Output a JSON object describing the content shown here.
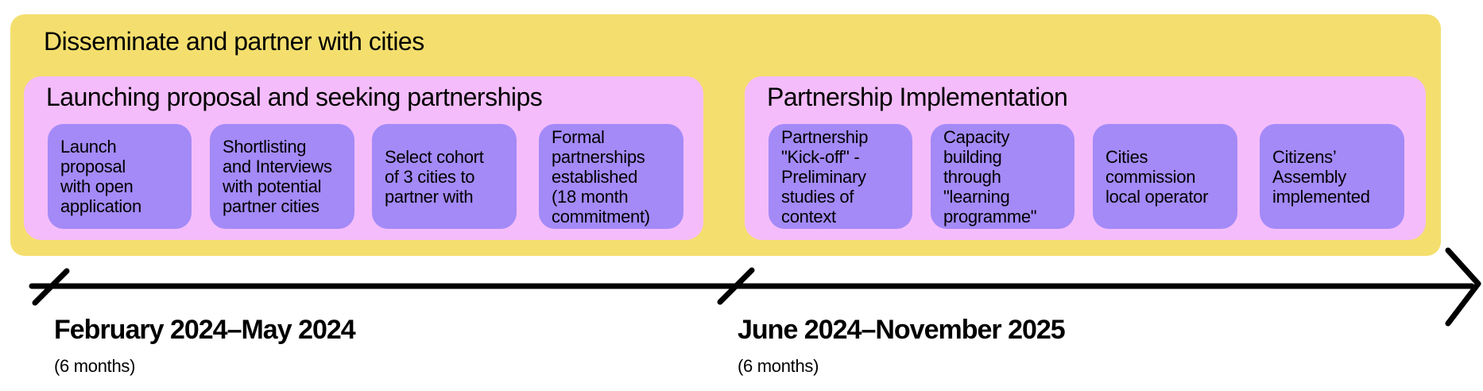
{
  "colors": {
    "outer": "#f4df6e",
    "phase": "#f4bcfa",
    "step": "#a38af7",
    "line": "#000000"
  },
  "outer": {
    "title": "Disseminate and partner with cities"
  },
  "phases": [
    {
      "title": "Launching proposal and seeking partnerships",
      "steps": [
        "Launch\nproposal\nwith open\napplication",
        "Shortlisting\nand Interviews\nwith potential\npartner cities",
        "Select cohort\nof 3 cities to\npartner with",
        "Formal\npartnerships\nestablished\n(18 month\ncommitment)"
      ]
    },
    {
      "title": "Partnership Implementation",
      "steps": [
        "Partnership\n\"Kick-off\" -\nPreliminary\nstudies of\ncontext",
        "Capacity\nbuilding\nthrough\n\"learning\nprogramme\"",
        "Cities\ncommission\nlocal operator",
        "Citizens’\nAssembly\nimplemented"
      ]
    }
  ],
  "timeline": [
    {
      "date": "February 2024–May 2024",
      "duration": "(6 months)"
    },
    {
      "date": "June 2024–November 2025",
      "duration": "(6 months)"
    }
  ]
}
